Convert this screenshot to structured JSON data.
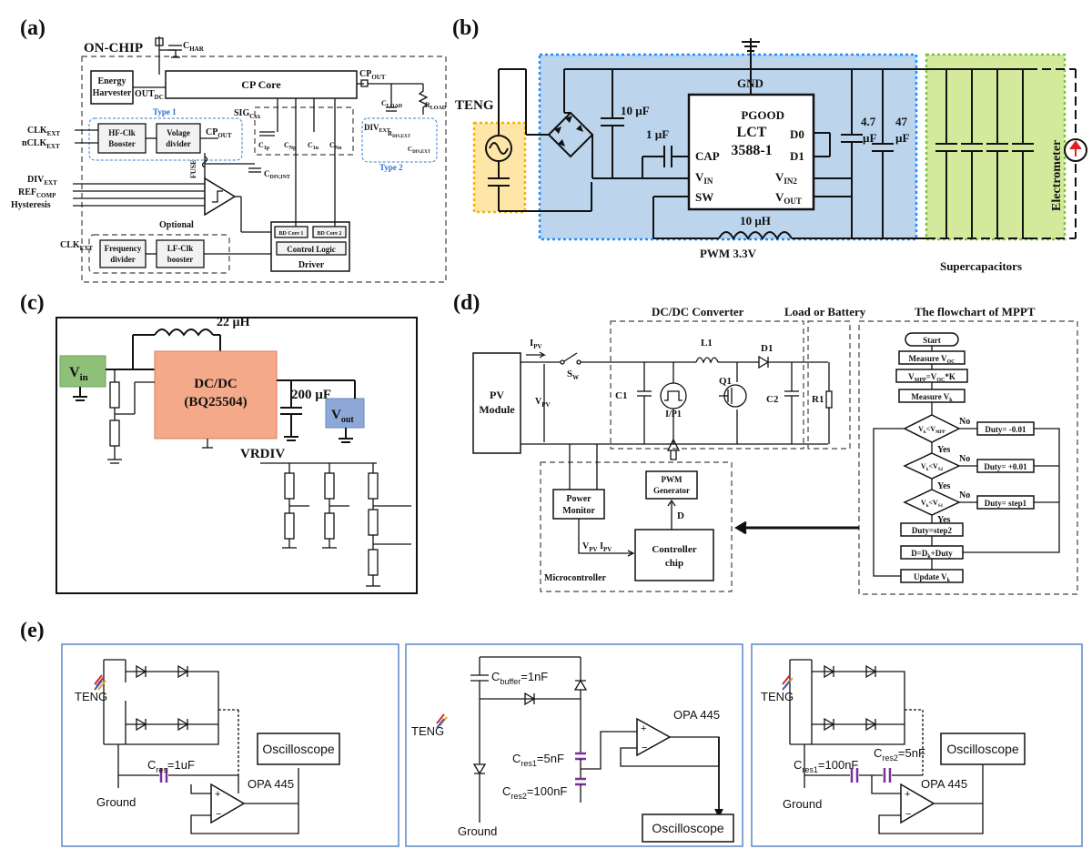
{
  "panels": {
    "a": {
      "letter": "(a)",
      "on_chip": "ON-CHIP",
      "c_har": "C",
      "c_har_sub": "HAR",
      "energy_harvester_1": "Energy",
      "energy_harvester_2": "Harvester",
      "out_dc": "OUT",
      "out_dc_sub": "DC",
      "cp_core": "CP Core",
      "cp_out": "CP",
      "cp_out_sub": "OUT",
      "sig_cx": "SIG",
      "sig_cx_sub": "Cxx",
      "c_load": "C",
      "c_load_sub": "LOAD",
      "r_load": "R",
      "r_load_sub": "LOAD",
      "type1": "Type 1",
      "type2": "Type 2",
      "clk_ext": "CLK",
      "clk_ext_sub": "EXT",
      "nclk_ext": "nCLK",
      "nclk_ext_sub": "EXT",
      "hf_clk_1": "HF-Clk",
      "hf_clk_2": "Booster",
      "vdiv_1": "Volage",
      "vdiv_2": "divider",
      "cp_out2": "CP",
      "cp_out2_sub": "OUT",
      "div_ext": "DIV",
      "div_ext_sub": "EXT",
      "rdiv_ext": "R",
      "rdiv_ext_sub": "DIV,EXT",
      "cdiv_ext": "C",
      "cdiv_ext_sub": "DIV,EXT",
      "fuse": "FUSE",
      "cdiv_int": "C",
      "cdiv_int_sub": "DIV,INT",
      "div_ext_in": "DIV",
      "div_ext_in_sub": "EXT",
      "ref_comp": "REF",
      "ref_comp_sub": "COMP",
      "hysteresis": "Hysteresis",
      "c1p": "C",
      "c1p_sub": "1p",
      "cnp": "C",
      "cnp_sub": "Np",
      "c1n": "C",
      "c1n_sub": "1n",
      "cnn": "C",
      "cnn_sub": "Nn",
      "bd_core1": "BD Core 1",
      "bd_core2": "BD Core 2",
      "control_logic": "Control Logic",
      "driver": "Driver",
      "optional": "Optional",
      "clk_ext2": "CLK",
      "clk_ext2_sub": "EXT",
      "freq_div_1": "Frequency",
      "freq_div_2": "divider",
      "lf_clk_1": "LF-Clk",
      "lf_clk_2": "booster"
    },
    "b": {
      "letter": "(b)",
      "teng": "TENG",
      "gnd": "GND",
      "c10u": "10 µF",
      "c1u": "1 µF",
      "chip_1": "LCT",
      "chip_2": "3588-1",
      "pgood": "PGOOD",
      "cap": "CAP",
      "d0": "D0",
      "d1": "D1",
      "vin": "V",
      "vin_sub": "IN",
      "vin2": "V",
      "vin2_sub": "IN2",
      "sw": "SW",
      "vout": "V",
      "vout_sub": "OUT",
      "c47a": "4.7",
      "c47b": "µF",
      "c47c": "47",
      "c47d": "µF",
      "l10u": "10 µH",
      "pwm": "PWM 3.3V",
      "supercaps": "Supercapacitors",
      "electrometer": "Electrometer"
    },
    "c": {
      "letter": "(c)",
      "l22u": "22 µH",
      "vin": "V",
      "vin_sub": "in",
      "dcdc_1": "DC/DC",
      "dcdc_2": "(BQ25504)",
      "c200u": "200 µF",
      "vout": "V",
      "vout_sub": "out",
      "vrdiv": "VRDIV"
    },
    "d": {
      "letter": "(d)",
      "dcdc_title": "DC/DC Converter",
      "load_title": "Load or Battery",
      "mppt_title": "The flowchart of MPPT",
      "ipv": "I",
      "ipv_sub": "PV",
      "sw": "S",
      "sw_sub": "W",
      "l1": "L1",
      "d1": "D1",
      "pv_1": "PV",
      "pv_2": "Module",
      "vpv": "V",
      "vpv_sub": "PV",
      "c1": "C1",
      "q1": "Q1",
      "c2": "C2",
      "r1": "R1",
      "ip": "I/P1",
      "pm_1": "Power",
      "pm_2": "Monitor",
      "pwm_1": "PWM",
      "pwm_2": "Generator",
      "dlabel": "D",
      "vpv_ipv": "V",
      "vpv_ipv_sub": "PV",
      "vpv_ipv2": " I",
      "vpv_ipv2_sub": "PV",
      "ctrl_1": "Controller",
      "ctrl_2": "chip",
      "microcontroller": "Microcontroller",
      "fc_start": "Start",
      "fc_measure_voc": "Measure V",
      "fc_measure_voc_sub": "OC",
      "fc_vmpp": "V",
      "fc_vmpp_sub": "MPP",
      "fc_vmpp_rest": "=V",
      "fc_vmpp_sub2": "OC",
      "fc_vmpp_tail": "*K",
      "fc_measure_vk": "Measure V",
      "fc_measure_vk_sub": "k",
      "fc_dec1_a": "V",
      "fc_dec1_sub": "k",
      "fc_dec1_b": "<V",
      "fc_dec1_sub2": "MPP",
      "fc_dec2_a": "V",
      "fc_dec2_sub": "k",
      "fc_dec2_b": "<V",
      "fc_dec2_sub2": "S2",
      "fc_dec3_a": "V",
      "fc_dec3_sub": "k",
      "fc_dec3_b": "<V",
      "fc_dec3_sub2": "S1",
      "fc_no1": "No",
      "fc_no2": "No",
      "fc_no3": "No",
      "fc_yes1": "Yes",
      "fc_yes2": "Yes",
      "fc_yes3": "Yes",
      "fc_duty1": "Duty= -0.01",
      "fc_duty2": "Duty= +0.01",
      "fc_duty3": "Duty= step1",
      "fc_duty4": "Duty=step2",
      "fc_d": "D=D",
      "fc_d_sub": "k",
      "fc_d_tail": "+Duty",
      "fc_update": "Update V",
      "fc_update_sub": "k"
    },
    "e": {
      "letter": "(e)",
      "p1": {
        "teng": "TENG",
        "cres": "C",
        "cres_sub": "res",
        "cres_val": "=1uF",
        "ground": "Ground",
        "opa": "OPA 445",
        "osc": "Oscilloscope"
      },
      "p2": {
        "cbuf": "C",
        "cbuf_sub": "buffer",
        "cbuf_val": "=1nF",
        "teng": "TENG",
        "cres1": "C",
        "cres1_sub": "res1",
        "cres1_val": "=5nF",
        "cres2": "C",
        "cres2_sub": "res2",
        "cres2_val": "=100nF",
        "opa": "OPA 445",
        "ground": "Ground",
        "osc": "Oscilloscope"
      },
      "p3": {
        "teng": "TENG",
        "cres1": "C",
        "cres1_sub": "res1",
        "cres1_val": "=100nF",
        "cres2": "C",
        "cres2_sub": "res2",
        "cres2_val": "=5nF",
        "ground": "Ground",
        "opa": "OPA 445",
        "osc": "Oscilloscope"
      }
    }
  },
  "colors": {
    "panel_b_blue": "#bcd4ec",
    "panel_b_blue_border": "#1e90ff",
    "panel_b_green": "#d3ea9c",
    "panel_b_green_border": "#7fc241",
    "panel_b_yellow": "#fde6a7",
    "panel_b_yellow_border": "#f4b400",
    "panel_c_dcdc": "#f4a98a",
    "panel_c_vin": "#8fc07a",
    "panel_c_vout": "#8ea9d8",
    "panel_e_border": "#5b87c8",
    "panel_e_cap": "#7a2f9a"
  }
}
